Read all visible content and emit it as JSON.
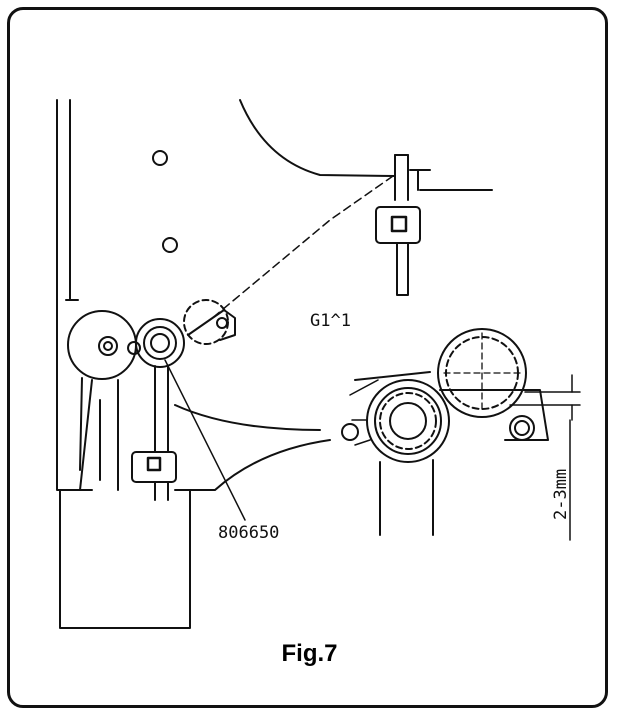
{
  "figure": {
    "caption": "Fig.7",
    "labels": {
      "part_upper": "G1^1",
      "part_lower": "806650",
      "dimension": "2-3mm"
    }
  },
  "colors": {
    "line": "#111111",
    "background": "#ffffff"
  }
}
